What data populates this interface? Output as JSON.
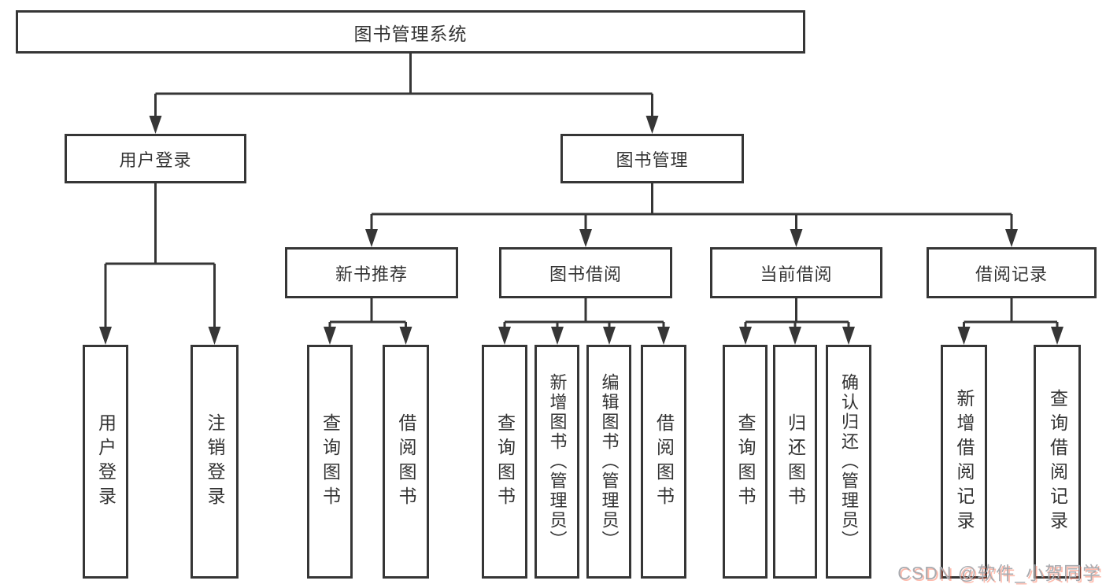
{
  "tree": {
    "root": "图书管理系统",
    "user": {
      "label": "用户登录",
      "leaves": [
        "用户登录",
        "注销登录"
      ]
    },
    "mgmt": {
      "label": "图书管理",
      "groups": [
        {
          "label": "新书推荐",
          "leaves": [
            "查询图书",
            "借阅图书"
          ]
        },
        {
          "label": "图书借阅",
          "leaves": [
            "查询图书",
            "新增图书（管理员）",
            "编辑图书（管理员）",
            "借阅图书"
          ]
        },
        {
          "label": "当前借阅",
          "leaves": [
            "查询图书",
            "归还图书",
            "确认归还（管理员）"
          ]
        },
        {
          "label": "借阅记录",
          "leaves": [
            "新增借阅记录",
            "查询借阅记录"
          ]
        }
      ]
    }
  },
  "watermark": "CSDN @软件_小贺同学",
  "colors": {
    "line": "#363636",
    "text": "#333333",
    "background": "#ffffff",
    "watermark_gray": "#a8abb0",
    "watermark_red": "#fc5531"
  }
}
